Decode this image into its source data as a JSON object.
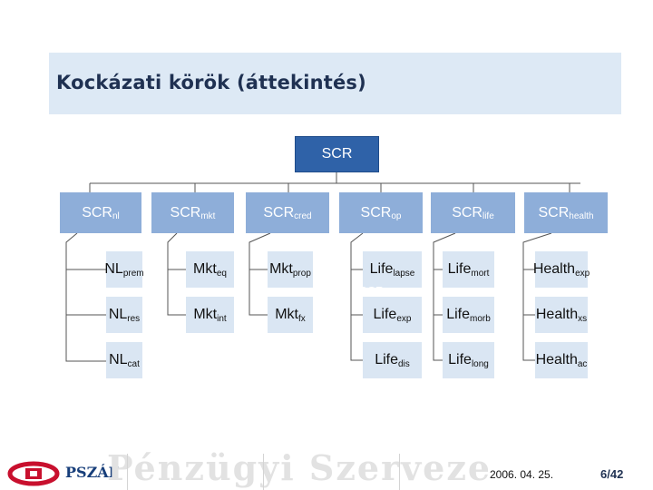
{
  "title": "Kockázati körök (áttekintés)",
  "root": {
    "label": "SCR"
  },
  "modules": [
    {
      "base": "SCR",
      "sub": "nl",
      "items": [
        {
          "base": "NL",
          "sub": "prem"
        },
        {
          "base": "NL",
          "sub": "res"
        },
        {
          "base": "NL",
          "sub": "cat"
        }
      ]
    },
    {
      "base": "SCR",
      "sub": "mkt",
      "items": [
        {
          "base": "Mkt",
          "sub": "eq"
        },
        {
          "base": "Mkt",
          "sub": "int"
        }
      ]
    },
    {
      "base": "SCR",
      "sub": "cred",
      "items": [
        {
          "base": "Mkt",
          "sub": "prop"
        },
        {
          "base": "Mkt",
          "sub": "fx"
        }
      ]
    },
    {
      "base": "SCR",
      "sub": "op",
      "items": [
        {
          "base": "Life",
          "sub": "lapse"
        },
        {
          "base": "Life",
          "sub": "exp"
        },
        {
          "base": "Life",
          "sub": "dis"
        }
      ]
    },
    {
      "base": "SCR",
      "sub": "life",
      "items": [
        {
          "base": "Life",
          "sub": "mort"
        },
        {
          "base": "Life",
          "sub": "morb"
        },
        {
          "base": "Life",
          "sub": "long"
        }
      ]
    },
    {
      "base": "SCR",
      "sub": "health",
      "items": [
        {
          "base": "Health",
          "sub": "exp"
        },
        {
          "base": "Health",
          "sub": "xs"
        },
        {
          "base": "Health",
          "sub": "ac"
        }
      ]
    }
  ],
  "ghost_label": "SCR...",
  "footer": {
    "logo_text": "PSZÁF",
    "watermark": "Pénzügyi Szervezetek",
    "date": "2006. 04. 25.",
    "page": "6/42"
  },
  "colors": {
    "title_band": "#dde9f5",
    "root_box": "#2f62a8",
    "category_box": "#8eaed9",
    "leaf_box": "#dae6f3",
    "title_text": "#1f3152",
    "logo_red": "#c8102e",
    "logo_blue": "#173e7a"
  }
}
